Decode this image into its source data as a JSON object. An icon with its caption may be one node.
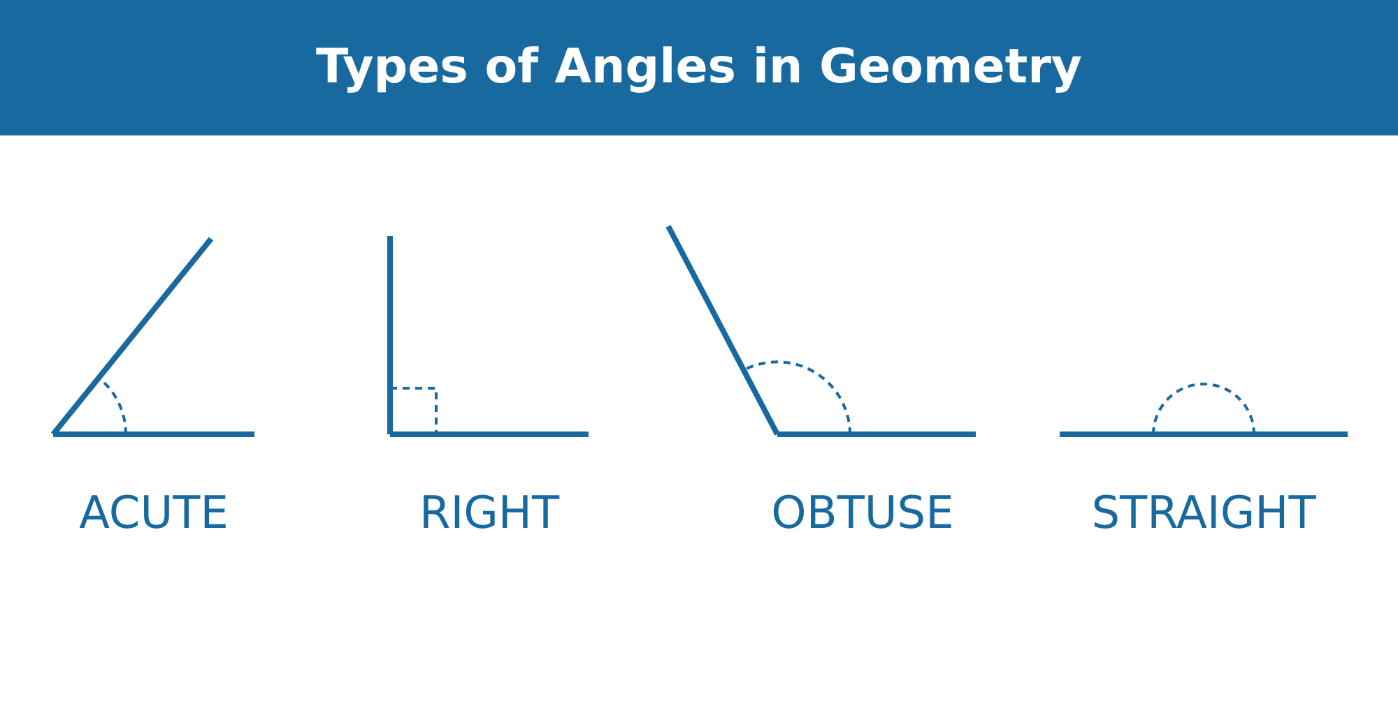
{
  "diagram": {
    "title": "Types of Angles in Geometry",
    "labels": [
      "ACUTE",
      "RIGHT",
      "OBTUSE",
      "STRAIGHT"
    ]
  }
}
